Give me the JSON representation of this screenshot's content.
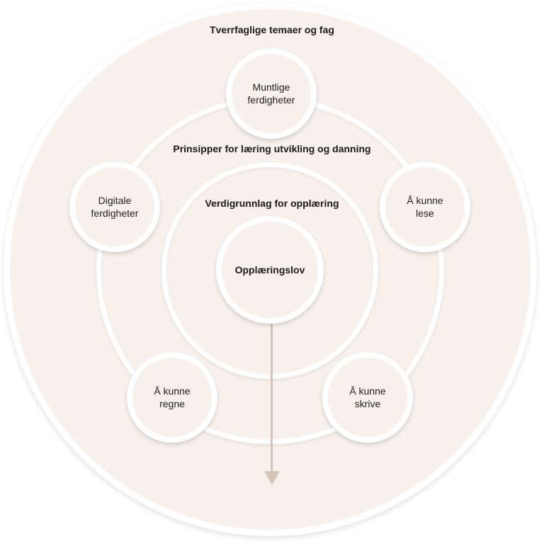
{
  "diagram": {
    "colors": {
      "fill": "#f7f0eb",
      "ring": "#ffffff",
      "arrow": "#d6c3b7",
      "text": "#1a1a1a"
    },
    "outer_ring": {
      "label": "Tverrfaglige temaer og fag"
    },
    "middle_ring": {
      "label": "Prinsipper for læring utvikling og danning"
    },
    "inner_ring": {
      "label": "Verdigrunnlag for opplæring"
    },
    "core": {
      "label": "Opplæringslov"
    },
    "skills": [
      {
        "label": "Muntlige\nferdigheter"
      },
      {
        "label": "Digitale\nferdigheter"
      },
      {
        "label": "Å kunne\nlese"
      },
      {
        "label": "Å kunne\nregne"
      },
      {
        "label": "Å kunne\nskrive"
      }
    ],
    "arrow": {
      "direction": "down",
      "icon": "arrow-down-icon"
    }
  }
}
